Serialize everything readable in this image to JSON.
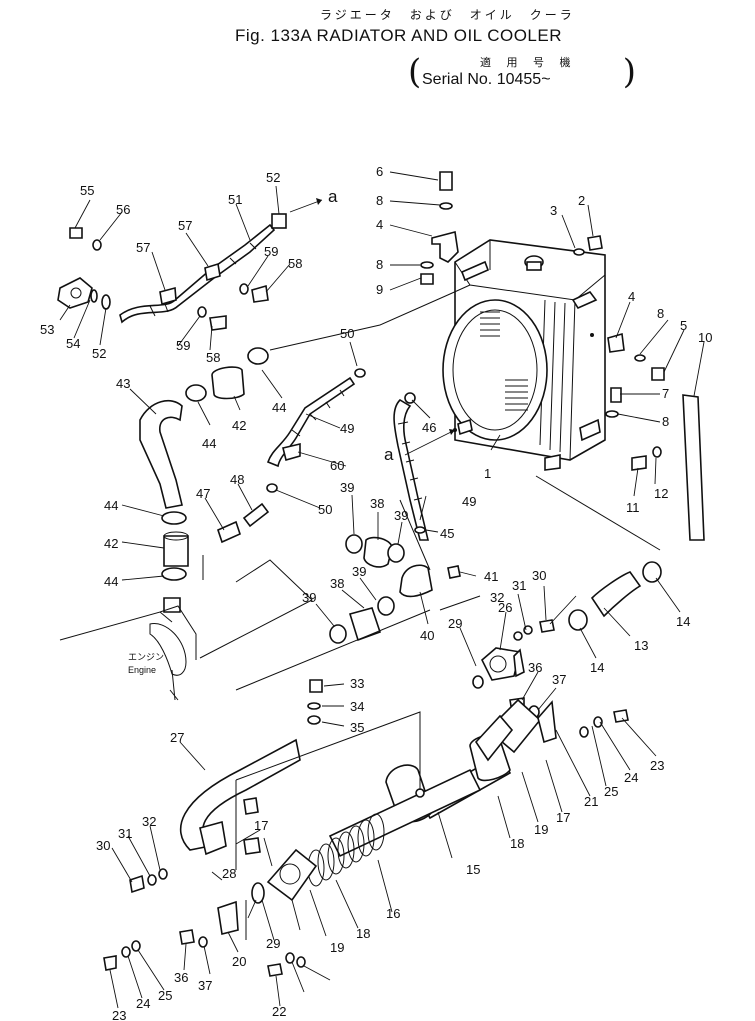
{
  "header": {
    "title_jp": "ラジエータ　および　オイル　クーラ",
    "title": "Fig. 133A RADIATOR AND OIL COOLER",
    "serial_jp": "適 用 号 機",
    "serial": "Serial No. 10455~"
  },
  "diagram": {
    "arrow_label": "a",
    "engine_label_jp": "エンジン",
    "engine_label": "Engine",
    "callouts": [
      "1",
      "2",
      "3",
      "4",
      "4",
      "5",
      "6",
      "7",
      "8",
      "8",
      "8",
      "8",
      "9",
      "10",
      "11",
      "12",
      "13",
      "14",
      "14",
      "15",
      "16",
      "17",
      "17",
      "18",
      "18",
      "19",
      "19",
      "20",
      "21",
      "22",
      "23",
      "23",
      "24",
      "24",
      "25",
      "25",
      "26",
      "27",
      "28",
      "29",
      "29",
      "30",
      "30",
      "31",
      "31",
      "32",
      "32",
      "33",
      "34",
      "35",
      "36",
      "36",
      "37",
      "37",
      "38",
      "38",
      "39",
      "39",
      "39",
      "39",
      "40",
      "41",
      "42",
      "42",
      "43",
      "44",
      "44",
      "44",
      "44",
      "45",
      "46",
      "47",
      "48",
      "49",
      "49",
      "50",
      "50",
      "51",
      "52",
      "52",
      "53",
      "54",
      "55",
      "56",
      "57",
      "57",
      "58",
      "58",
      "59",
      "59",
      "60"
    ]
  }
}
